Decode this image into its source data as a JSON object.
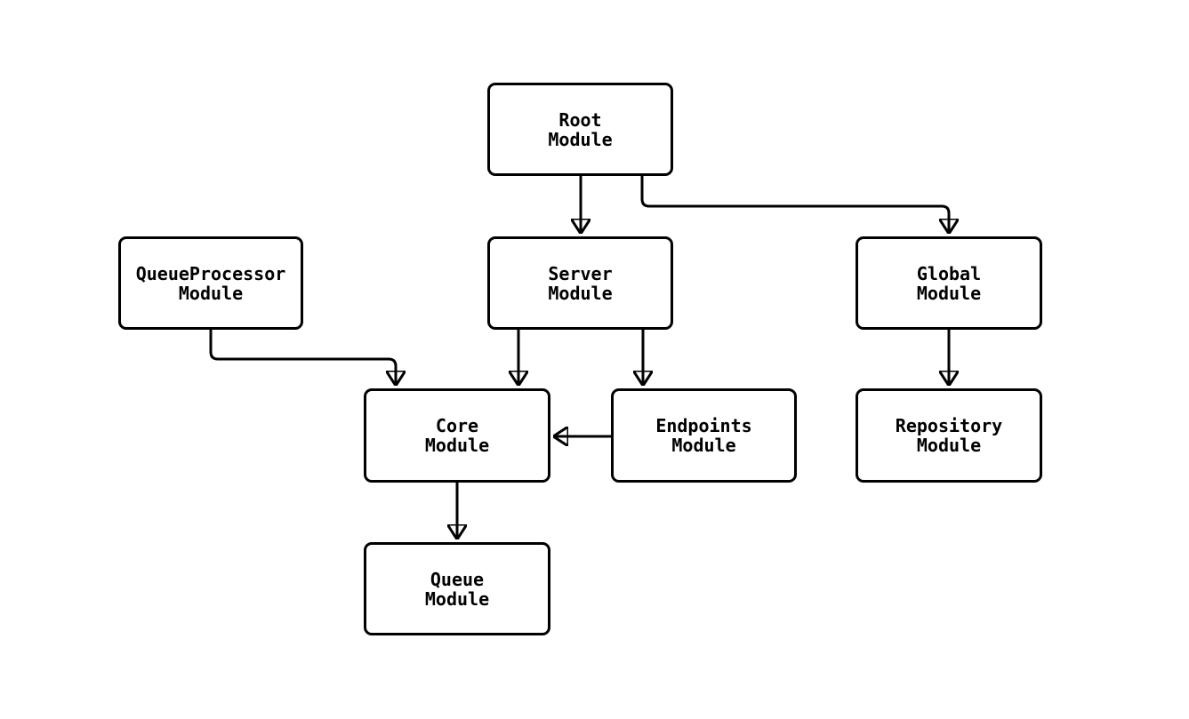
{
  "diagram": {
    "type": "flowchart",
    "background_color": "#ffffff",
    "stroke_color": "#000000",
    "nodes": {
      "root": {
        "line1": "Root",
        "line2": "Module"
      },
      "server": {
        "line1": "Server",
        "line2": "Module"
      },
      "queue_processor": {
        "line1": "QueueProcessor",
        "line2": "Module"
      },
      "global": {
        "line1": "Global",
        "line2": "Module"
      },
      "core": {
        "line1": "Core",
        "line2": "Module"
      },
      "endpoints": {
        "line1": "Endpoints",
        "line2": "Module"
      },
      "repository": {
        "line1": "Repository",
        "line2": "Module"
      },
      "queue": {
        "line1": "Queue",
        "line2": "Module"
      }
    },
    "edges": [
      {
        "from": "Root Module",
        "to": "Server Module"
      },
      {
        "from": "Root Module",
        "to": "Global Module"
      },
      {
        "from": "QueueProcessor Module",
        "to": "Core Module"
      },
      {
        "from": "Server Module",
        "to": "Core Module"
      },
      {
        "from": "Server Module",
        "to": "Endpoints Module"
      },
      {
        "from": "Endpoints Module",
        "to": "Core Module"
      },
      {
        "from": "Global Module",
        "to": "Repository Module"
      },
      {
        "from": "Core Module",
        "to": "Queue Module"
      }
    ]
  }
}
